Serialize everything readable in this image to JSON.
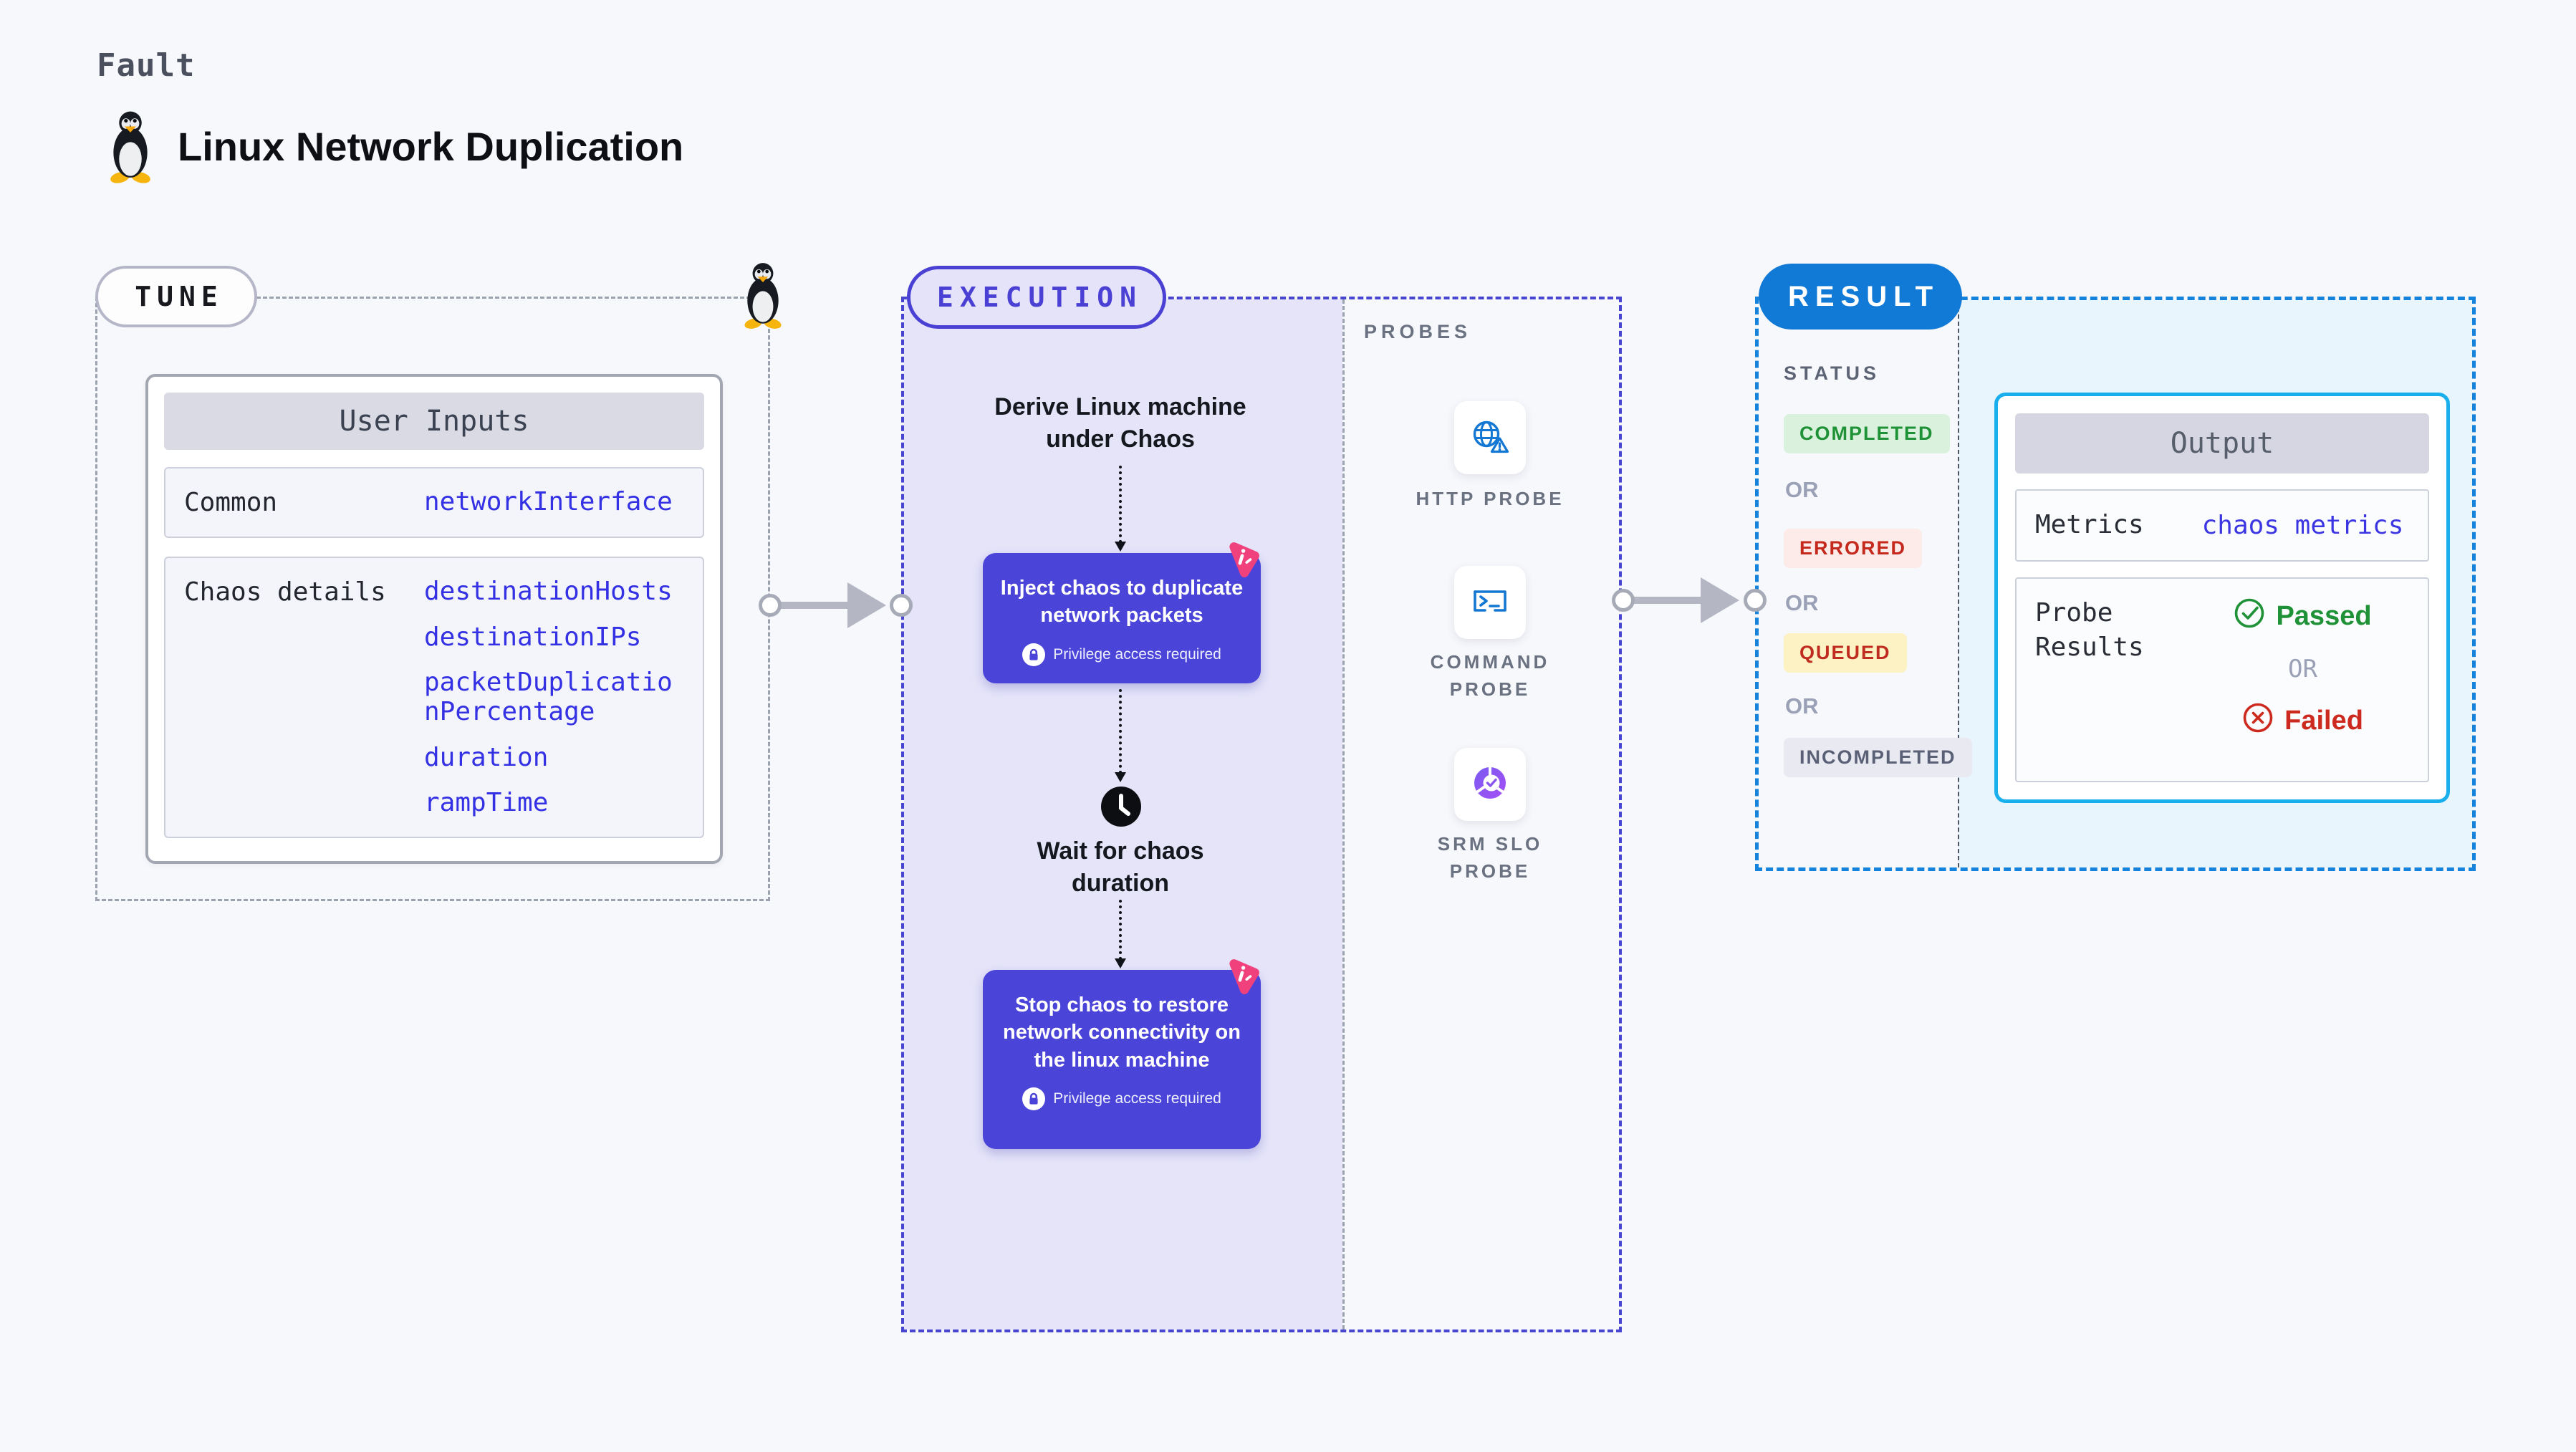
{
  "header": {
    "kicker": "Fault",
    "title": "Linux Network Duplication"
  },
  "tune": {
    "badge": "TUNE",
    "card_header": "User Inputs",
    "rows": [
      {
        "label": "Common",
        "values": [
          "networkInterface"
        ]
      },
      {
        "label": "Chaos details",
        "values": [
          "destinationHosts",
          "destinationIPs",
          "packetDuplicationPercentage",
          "duration",
          "rampTime"
        ]
      }
    ]
  },
  "execution": {
    "badge": "EXECUTION",
    "derive_step": "Derive Linux machine under Chaos",
    "inject_step": "Inject chaos to duplicate network packets",
    "wait_step": "Wait for chaos duration",
    "stop_step": "Stop chaos to restore network connectivity on the linux machine",
    "privilege_note": "Privilege access required"
  },
  "probes": {
    "label": "PROBES",
    "items": [
      {
        "label": "HTTP PROBE",
        "icon": "globe-alert-icon"
      },
      {
        "label": "COMMAND PROBE",
        "icon": "terminal-icon"
      },
      {
        "label": "SRM SLO PROBE",
        "icon": "slo-pie-icon"
      }
    ]
  },
  "result": {
    "badge": "RESULT",
    "status_label": "STATUS",
    "or_label": "OR",
    "statuses": [
      {
        "label": "COMPLETED",
        "color": "#1f9136",
        "bg": "#daf2dd"
      },
      {
        "label": "ERRORED",
        "color": "#c5281c",
        "bg": "#fcebe8"
      },
      {
        "label": "QUEUED",
        "color": "#c02c20",
        "bg": "#fdf2c4"
      },
      {
        "label": "INCOMPLETED",
        "color": "#5a6177",
        "bg": "#e9eaf1"
      }
    ],
    "output": {
      "header": "Output",
      "metrics_label": "Metrics",
      "metrics_value": "chaos metrics",
      "probe_results_label": "Probe Results",
      "passed_label": "Passed",
      "or_label": "OR",
      "failed_label": "Failed"
    }
  },
  "palette": {
    "page_bg": "#f7f8fc",
    "tune_dash": "#9aa2ad",
    "execution_dash": "#4845d0",
    "execution_fill": "#e5e4f9",
    "node_purple": "#4b44d8",
    "chaos_logo_pink": "#f0417c",
    "probe_icon_blue": "#1377d3",
    "slo_icon_purple": "#8a56ee",
    "result_dash": "#1583dc",
    "result_fill": "#e9f5fd",
    "output_border_cyan": "#19aeec",
    "value_blue": "#3331e3",
    "passed_green": "#1f9136",
    "failed_red": "#cc2a1e",
    "result_badge_blue": "#1179d6"
  }
}
